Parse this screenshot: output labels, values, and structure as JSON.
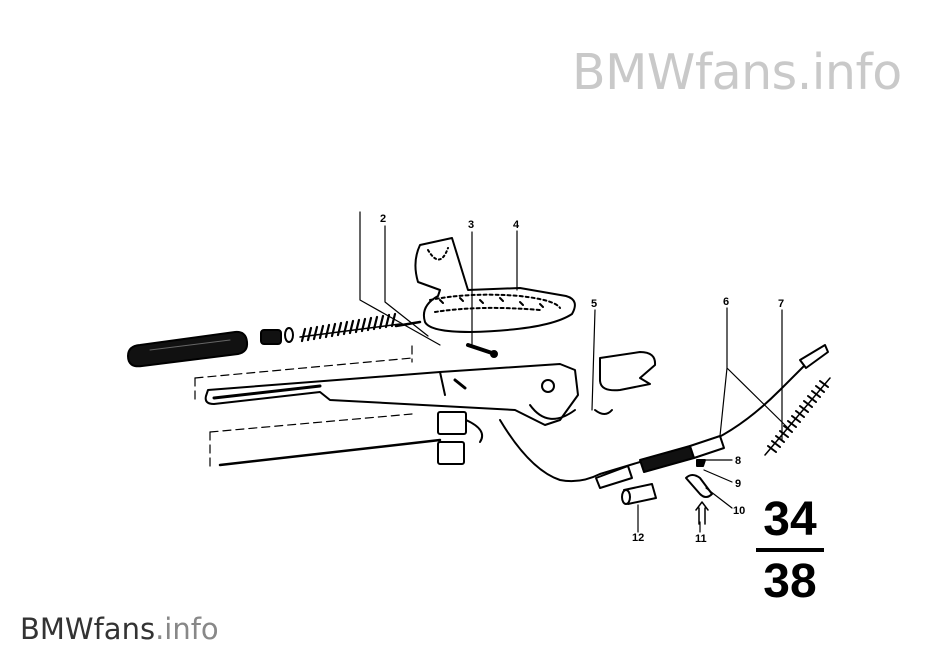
{
  "watermark": {
    "brand": "BMWfans",
    "suffix": ".info"
  },
  "group_code": {
    "numerator": "34",
    "denominator": "38"
  },
  "callouts": [
    {
      "id": "2",
      "label": "2"
    },
    {
      "id": "3",
      "label": "3"
    },
    {
      "id": "4",
      "label": "4"
    },
    {
      "id": "5",
      "label": "5"
    },
    {
      "id": "6",
      "label": "6"
    },
    {
      "id": "7",
      "label": "7"
    },
    {
      "id": "8",
      "label": "8"
    },
    {
      "id": "9",
      "label": "9"
    },
    {
      "id": "10",
      "label": "10"
    },
    {
      "id": "11",
      "label": "11"
    },
    {
      "id": "12",
      "label": "12"
    }
  ],
  "colors": {
    "ink": "#000000",
    "watermark": "#c9c9c9",
    "background": "#ffffff"
  }
}
